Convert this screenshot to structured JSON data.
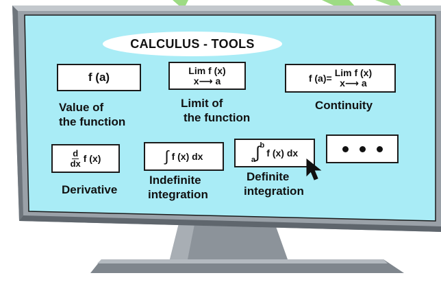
{
  "title": "CALCULUS - TOOLS",
  "colors": {
    "screen": "#a9ecf6",
    "bezel": "#9aa1a8",
    "bezel_dark": "#5f666d",
    "stand": "#8c939a",
    "leaf": "#7ccf5a"
  },
  "tools": [
    {
      "formula": "f (a)",
      "caption_lines": [
        "Value of",
        "the function"
      ]
    },
    {
      "formula_top": "Lim f (x)",
      "formula_bottom": "x⟶ a",
      "caption_lines": [
        "Limit of",
        "the function"
      ]
    },
    {
      "formula_prefix": "f (a)=",
      "formula_top": "Lim f (x)",
      "formula_bottom": "x⟶ a",
      "caption_lines": [
        "Continuity"
      ]
    },
    {
      "frac_num": "d",
      "frac_den": "dx",
      "formula": "f (x)",
      "caption_lines": [
        "Derivative"
      ]
    },
    {
      "integral": "∫",
      "formula": "f (x) dx",
      "caption_lines": [
        "Indefinite",
        "integration"
      ]
    },
    {
      "lower": "a",
      "upper": "b",
      "integral": "∫",
      "formula": "f (x) dx",
      "caption_lines": [
        "Definite",
        "integration"
      ]
    },
    {
      "icon": "ellipsis"
    }
  ]
}
